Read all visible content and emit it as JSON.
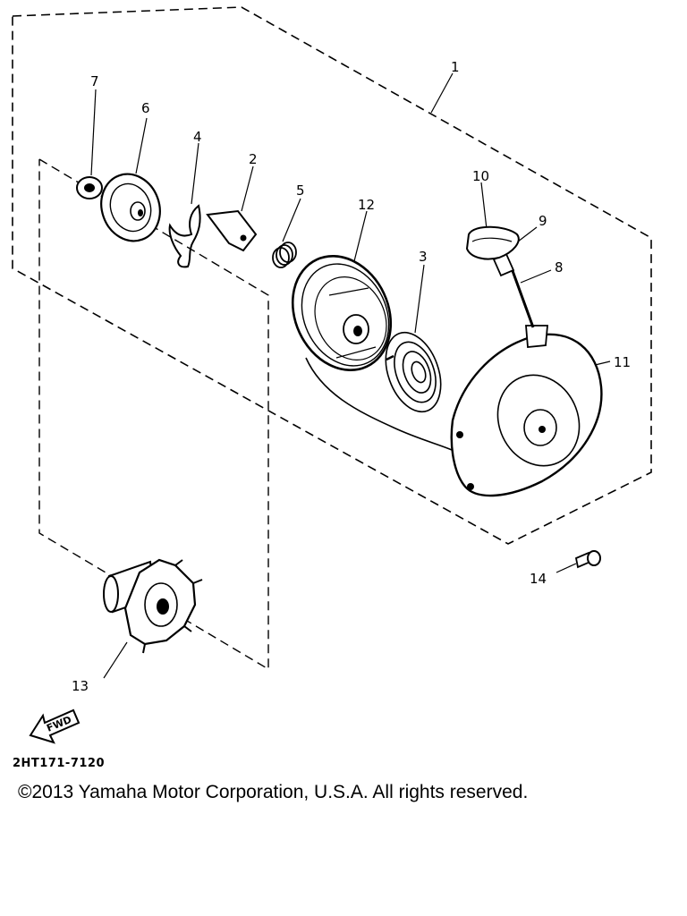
{
  "callouts": {
    "c1": "1",
    "c2": "2",
    "c3": "3",
    "c4": "4",
    "c5": "5",
    "c6": "6",
    "c7": "7",
    "c8": "8",
    "c9": "9",
    "c10": "10",
    "c11": "11",
    "c12": "12",
    "c13": "13",
    "c14": "14"
  },
  "fwd_label": "FWD",
  "drawing_code": "2HT171-7120",
  "copyright": "©2013 Yamaha Motor Corporation, U.S.A. All rights reserved."
}
